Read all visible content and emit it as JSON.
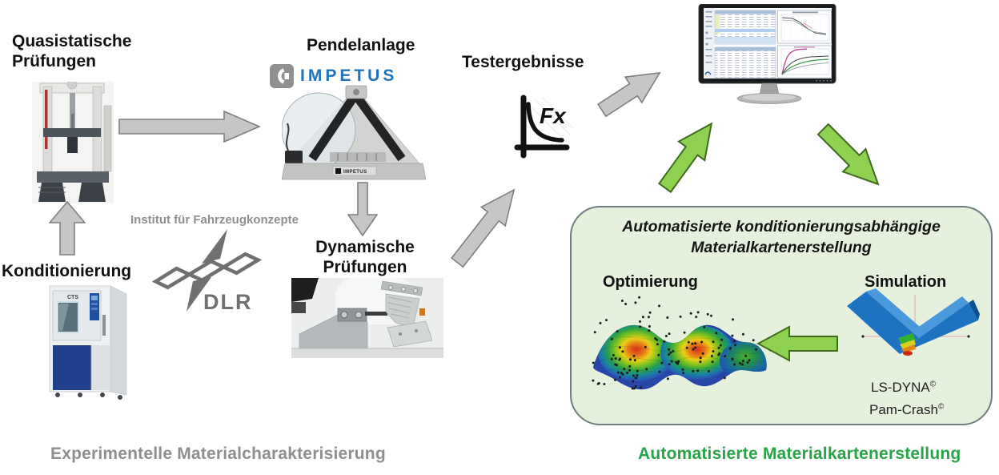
{
  "diagram": {
    "quasistatic": {
      "line1": "Quasistatische",
      "line2": "Prüfungen"
    },
    "conditioning": {
      "label": "Konditionierung",
      "brand": "CTS"
    },
    "pendulum": {
      "label": "Pendelanlage",
      "logo": "IMPETUS",
      "machine_label": "IMPETUS"
    },
    "dynamic": {
      "line1": "Dynamische",
      "line2": "Prüfungen"
    },
    "results": {
      "label": "Testergebnisse",
      "fx": "Fx"
    },
    "dlr": {
      "institute": "Institut für Fahrzeugkonzepte",
      "acronym": "DLR"
    },
    "box": {
      "title1": "Automatisierte konditionierungsabhängige",
      "title2": "Materialkartenerstellung",
      "optimization": "Optimierung",
      "simulation": "Simulation",
      "software1": "LS-DYNA",
      "software2": "Pam-Crash",
      "copyright": "©"
    },
    "captions": {
      "experimental": "Experimentelle Materialcharakterisierung",
      "automated": "Automatisierte Materialkartenerstellung"
    }
  },
  "colors": {
    "gray_arrow": "#c6c6c6",
    "gray_arrow_border": "#7f7f7f",
    "green_arrow": "#8ed050",
    "green_arrow_border": "#3f6a1f",
    "box_fill": "#e5f1dd",
    "box_border": "#6e7e7e",
    "caption_gray": "#8e8e8e",
    "caption_green": "#29a347",
    "impetus_blue": "#2173b8",
    "dlr_gray": "#707070",
    "heading_black": "#111111"
  }
}
